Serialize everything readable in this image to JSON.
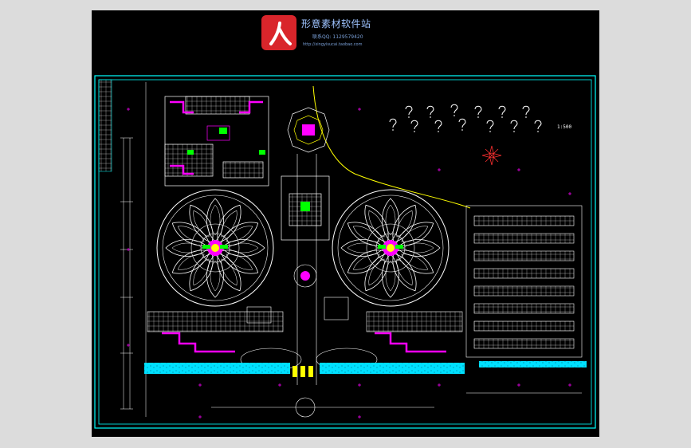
{
  "watermark": {
    "site_name": "形意素材软件站",
    "qq": "联系QQ: 1129579420",
    "url": "http://xingyisucai.taobao.com"
  },
  "drawing": {
    "scale_label": "1:500",
    "compass_icon": "north-arrow-icon",
    "colors": {
      "background": "#000000",
      "border": "#00ffff",
      "lines": "#ffffff",
      "accent": "#ff00ff",
      "green": "#00ff00",
      "yellow": "#ffff00",
      "red": "#ff3030",
      "cyan_fill": "#00ffff"
    }
  }
}
